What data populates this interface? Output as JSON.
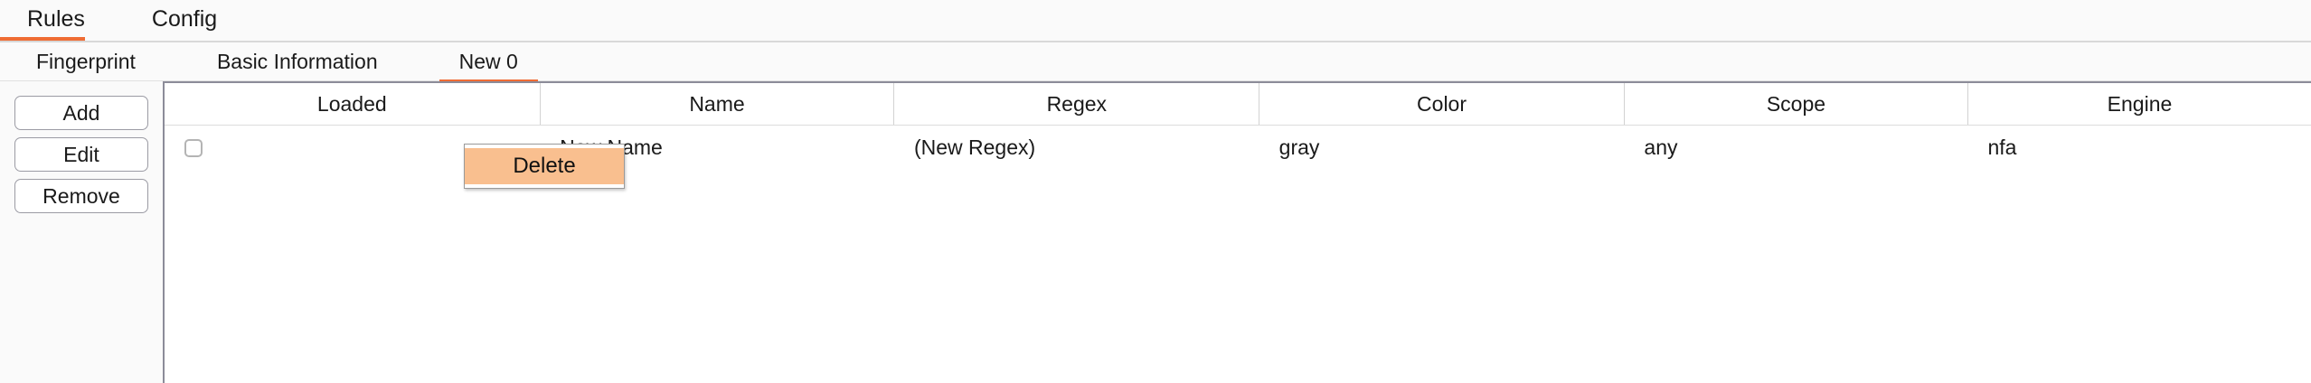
{
  "top_tabs": {
    "items": [
      {
        "label": "Rules",
        "active": true
      },
      {
        "label": "Config",
        "active": false
      }
    ]
  },
  "sub_tabs": {
    "items": [
      {
        "label": "Fingerprint",
        "active": false
      },
      {
        "label": "Basic Information",
        "active": false
      },
      {
        "label": "New 0",
        "active": true
      }
    ]
  },
  "sidebar": {
    "buttons": [
      {
        "label": "Add"
      },
      {
        "label": "Edit"
      },
      {
        "label": "Remove"
      }
    ]
  },
  "table": {
    "columns": [
      "Loaded",
      "Name",
      "Regex",
      "Color",
      "Scope",
      "Engine"
    ],
    "rows": [
      {
        "loaded": false,
        "name": "New Name",
        "regex": "(New Regex)",
        "color": "gray",
        "scope": "any",
        "engine": "nfa"
      }
    ]
  },
  "context_menu": {
    "items": [
      {
        "label": "Delete",
        "highlighted": true
      }
    ]
  },
  "colors": {
    "accent": "#ef6c34",
    "menu_highlight": "#f9bf8f",
    "panel_border": "#8c8c99",
    "button_border": "#9b9ba4"
  }
}
